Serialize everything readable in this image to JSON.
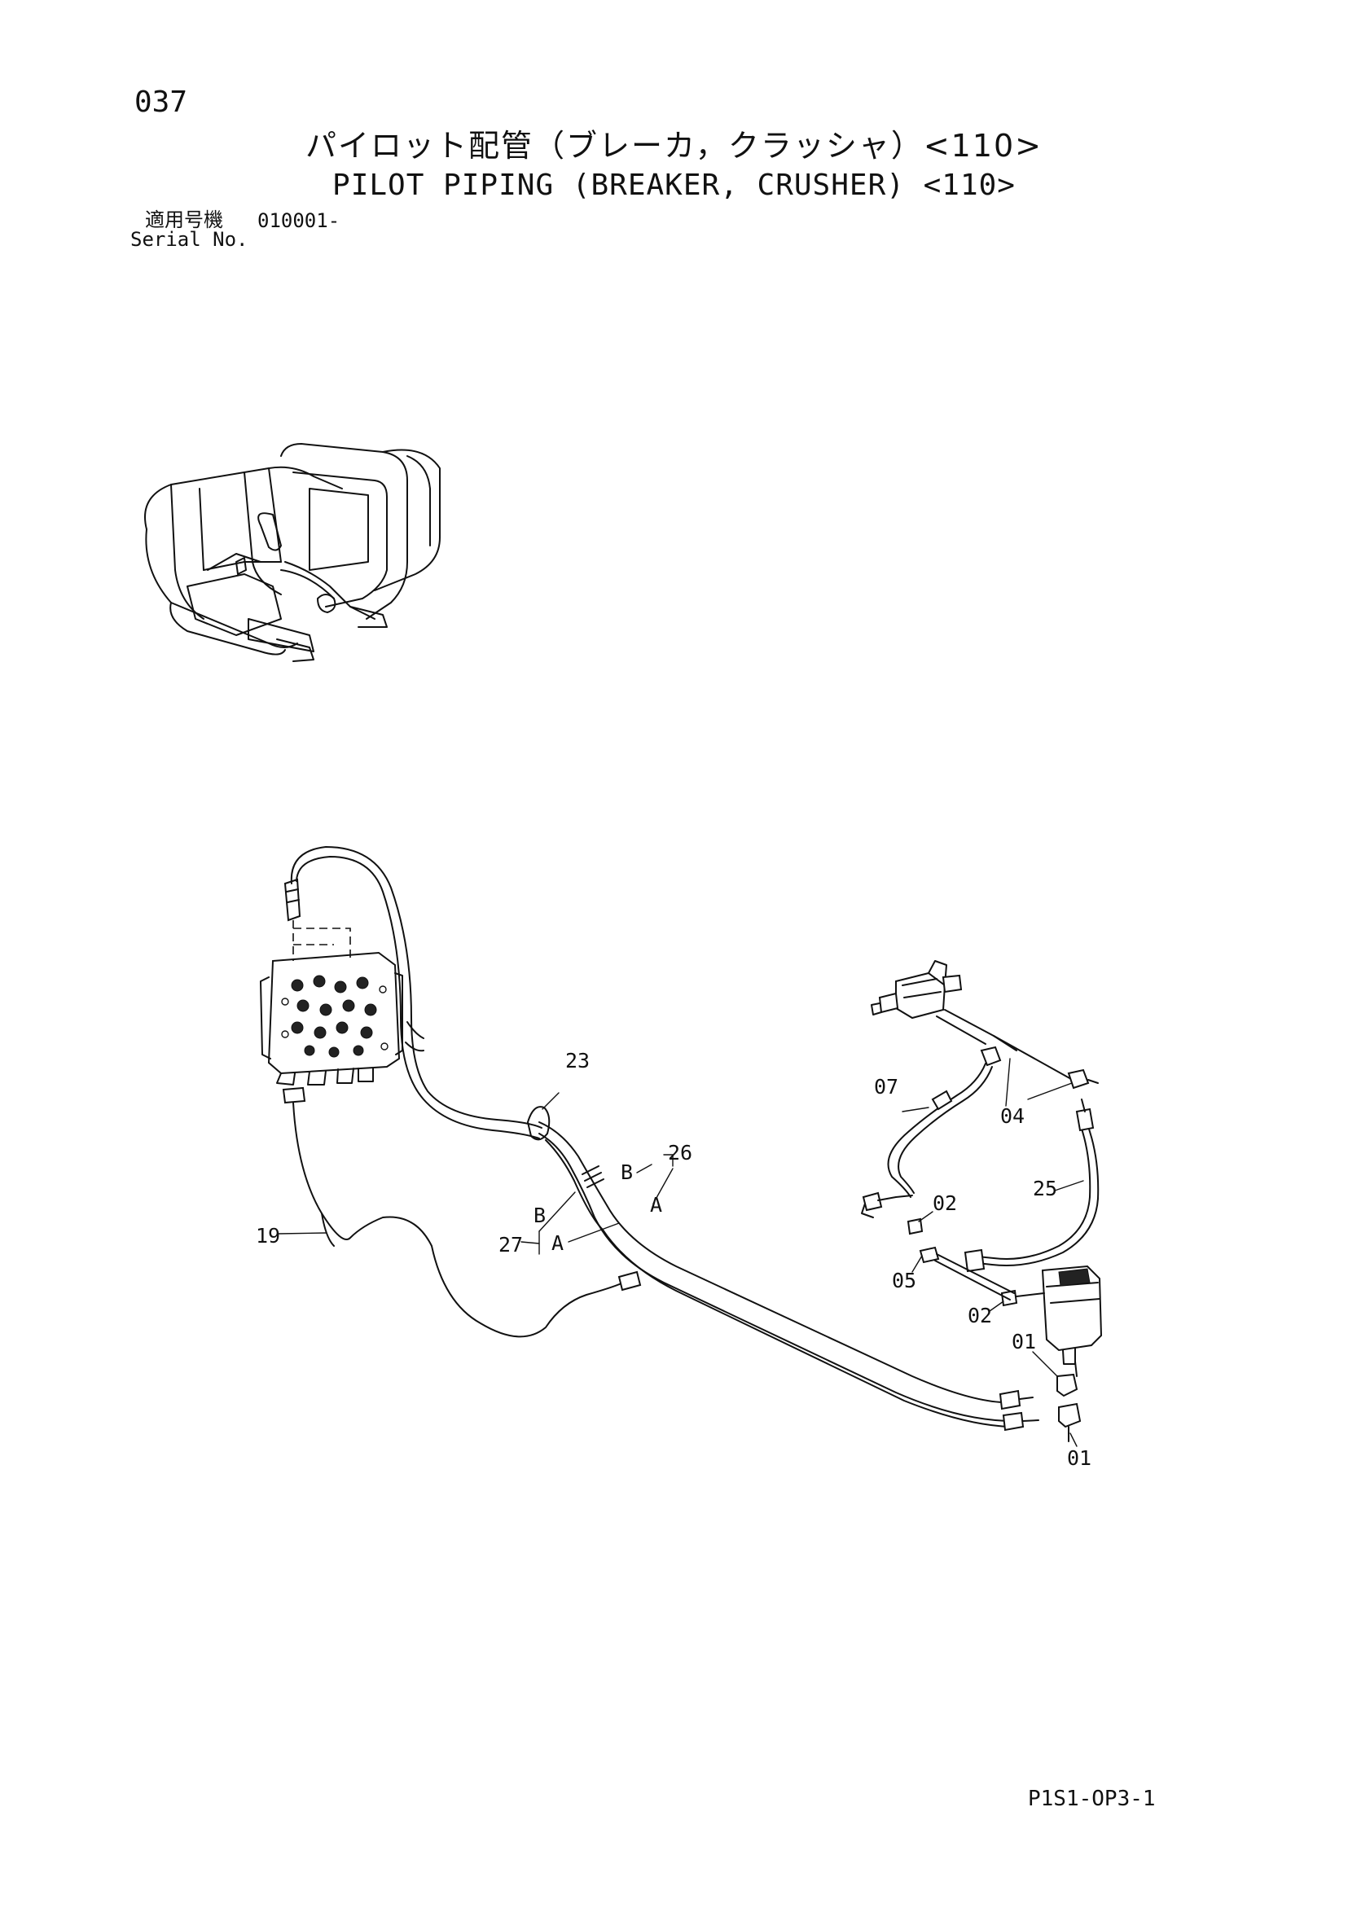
{
  "header": {
    "page_number": "037",
    "title_jp": "パイロット配管（ブレーカ，クラッシャ）<110>",
    "title_en": "PILOT PIPING (BREAKER, CRUSHER) <110>",
    "serial_label_jp": "適用号機",
    "serial_value": "010001-",
    "serial_label_en": "Serial No."
  },
  "callouts": {
    "c01a": "01",
    "c01b": "01",
    "c02a": "02",
    "c02b": "02",
    "c04": "04",
    "c05": "05",
    "c07": "07",
    "c19": "19",
    "c23": "23",
    "c25": "25",
    "c26": "26",
    "c27": "27",
    "a_upper": "A",
    "b_upper": "B",
    "a_lower": "A",
    "b_lower": "B"
  },
  "footer": {
    "doc_code": "P1S1-OP3-1"
  }
}
